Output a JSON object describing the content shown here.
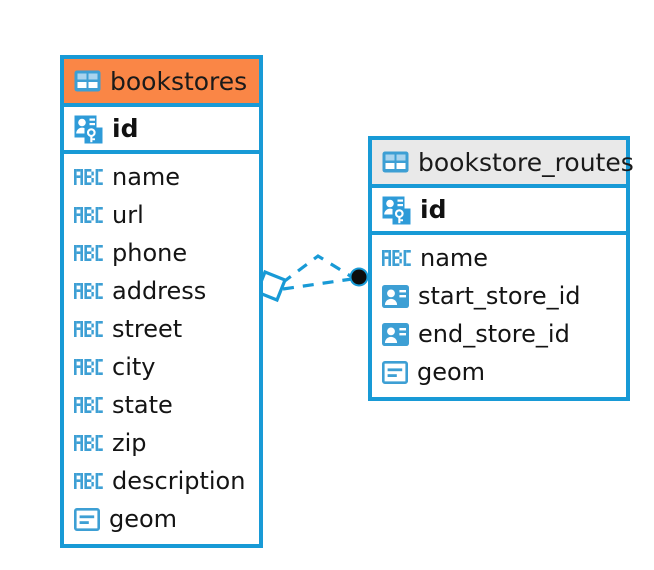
{
  "diagram": {
    "type": "entity-relationship-diagram",
    "background_color": "#ffffff",
    "accent_blue": "#189ad6",
    "accent_orange": "#fa8646",
    "header_grey": "#e9e9e9",
    "text_color": "#141414"
  },
  "entities": [
    {
      "name": "bookstores",
      "header_icon": "table-grid-icon",
      "header_color": "#fa8646",
      "primary_key": {
        "label": "id",
        "icon": "primary-key-icon"
      },
      "fields": [
        {
          "label": "name",
          "icon": "abc-text-icon"
        },
        {
          "label": "url",
          "icon": "abc-text-icon"
        },
        {
          "label": "phone",
          "icon": "abc-text-icon"
        },
        {
          "label": "address",
          "icon": "abc-text-icon"
        },
        {
          "label": "street",
          "icon": "abc-text-icon"
        },
        {
          "label": "city",
          "icon": "abc-text-icon"
        },
        {
          "label": "state",
          "icon": "abc-text-icon"
        },
        {
          "label": "zip",
          "icon": "abc-text-icon"
        },
        {
          "label": "description",
          "icon": "abc-text-icon"
        },
        {
          "label": "geom",
          "icon": "geometry-icon"
        }
      ]
    },
    {
      "name": "bookstore_routes",
      "header_icon": "table-grid-icon",
      "header_color": "#e9e9e9",
      "primary_key": {
        "label": "id",
        "icon": "primary-key-icon"
      },
      "fields": [
        {
          "label": "name",
          "icon": "abc-text-icon"
        },
        {
          "label": "start_store_id",
          "icon": "foreign-key-card-icon"
        },
        {
          "label": "end_store_id",
          "icon": "foreign-key-card-icon"
        },
        {
          "label": "geom",
          "icon": "geometry-icon"
        }
      ]
    }
  ],
  "relationship": {
    "source_entity": "bookstores",
    "target_entity": "bookstore_routes",
    "source_marker": "diamond-outline-marker",
    "target_marker": "filled-dot-marker",
    "line_style": "dashed",
    "line_color": "#189ad6",
    "link_count": 2
  }
}
